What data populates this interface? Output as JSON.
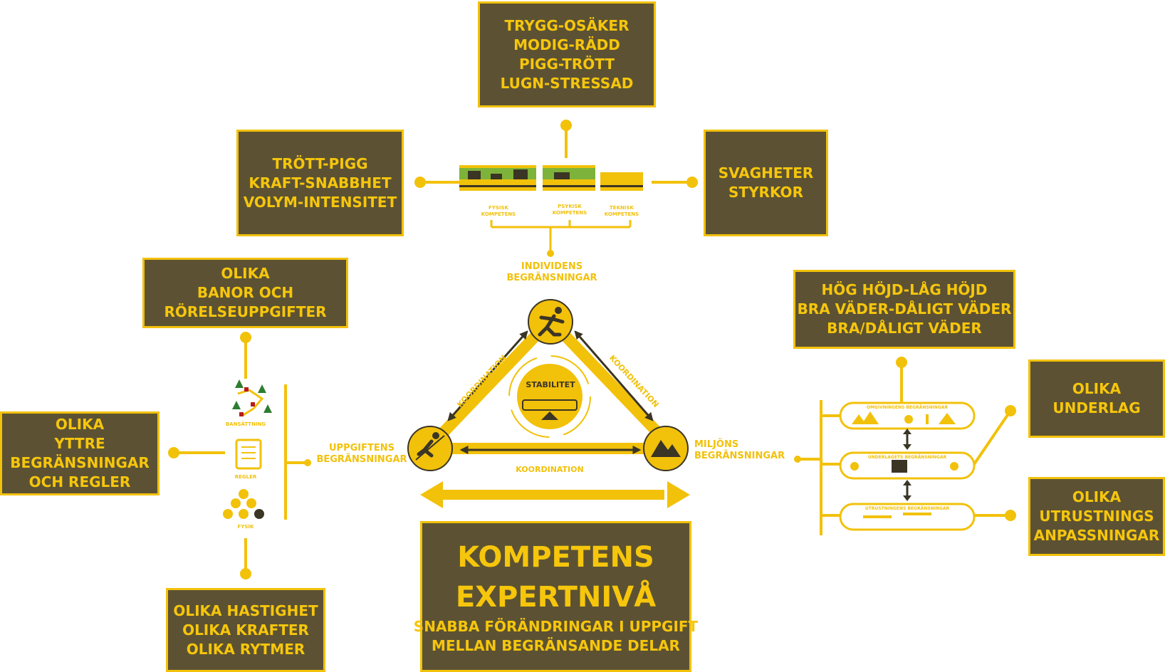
{
  "colors": {
    "box_fill": "#5c5233",
    "accent": "#f2c10a",
    "text": "#f6c60c",
    "dark": "#3b3525"
  },
  "boxes": {
    "top": [
      "TRYGG-OSÄKER",
      "MODIG-RÄDD",
      "PIGG-TRÖTT",
      "LUGN-STRESSAD"
    ],
    "top_left": [
      "TRÖTT-PIGG",
      "KRAFT-SNABBHET",
      "VOLYM-INTENSITET"
    ],
    "top_right": [
      "SVAGHETER",
      "STYRKOR"
    ],
    "left_upper": [
      "OLIKA",
      "BANOR OCH",
      "RÖRELSEUPPGIFTER"
    ],
    "left_middle": [
      "OLIKA",
      "YTTRE",
      "BEGRÄNSNINGAR",
      "OCH REGLER"
    ],
    "left_lower": [
      "OLIKA HASTIGHET",
      "OLIKA KRAFTER",
      "OLIKA RYTMER"
    ],
    "right_upper": [
      "HÖG HÖJD-LÅG HÖJD",
      "BRA VÄDER-DÅLIGT VÄDER",
      "BRA/DÅLIGT VÄDER"
    ],
    "right_middle": [
      "OLIKA",
      "UNDERLAG"
    ],
    "right_lower": [
      "OLIKA",
      "UTRUSTNINGS",
      "ANPASSNINGAR"
    ],
    "center": {
      "title1": "KOMPETENS",
      "title2": "EXPERTNIVÅ",
      "sub1": "SNABBA FÖRÄNDRINGAR I UPPGIFT",
      "sub2": "MELLAN BEGRÄNSANDE DELAR"
    }
  },
  "triangle": {
    "top_label": [
      "INDIVIDENS",
      "BEGRÄNSNINGAR"
    ],
    "left_label": [
      "UPPGIFTENS",
      "BEGRÄNSNINGAR"
    ],
    "right_label": [
      "MILJÖNS",
      "BEGRÄNSNINGAR"
    ],
    "edge_label": "KOORDINATION",
    "center_label": "STABILITET"
  },
  "competence_groups": [
    [
      "FYSISK",
      "KOMPETENS"
    ],
    [
      "PSYKISK",
      "KOMPETENS"
    ],
    [
      "TEKNISK",
      "KOMPETENS"
    ]
  ],
  "task_items": [
    "BANSÄTTNING",
    "REGLER",
    "FYSIK"
  ],
  "env_pills": [
    "OMGIVNINGENS BEGRÄNSNINGAR",
    "UNDERLAGETS BEGRÄNSNINGAR",
    "UTRUSTNINGENS BEGRÄNSNINGAR"
  ],
  "icons": {
    "individual": "runner-icon",
    "task": "skier-icon",
    "environment": "mountain-icon",
    "stability": "balance-scale-icon"
  }
}
